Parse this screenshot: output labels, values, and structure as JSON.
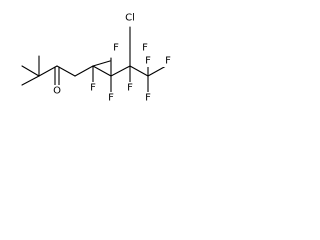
{
  "molecule": {
    "atoms": [
      {
        "id": "cl",
        "symbol": "Cl"
      },
      {
        "id": "f1",
        "symbol": "F"
      },
      {
        "id": "f2",
        "symbol": "F"
      },
      {
        "id": "f3",
        "symbol": "F"
      },
      {
        "id": "f4",
        "symbol": "F"
      },
      {
        "id": "f5",
        "symbol": "F"
      },
      {
        "id": "f6",
        "symbol": "F"
      },
      {
        "id": "f7",
        "symbol": "F"
      },
      {
        "id": "f8",
        "symbol": "F"
      },
      {
        "id": "o1",
        "symbol": "O"
      }
    ]
  }
}
